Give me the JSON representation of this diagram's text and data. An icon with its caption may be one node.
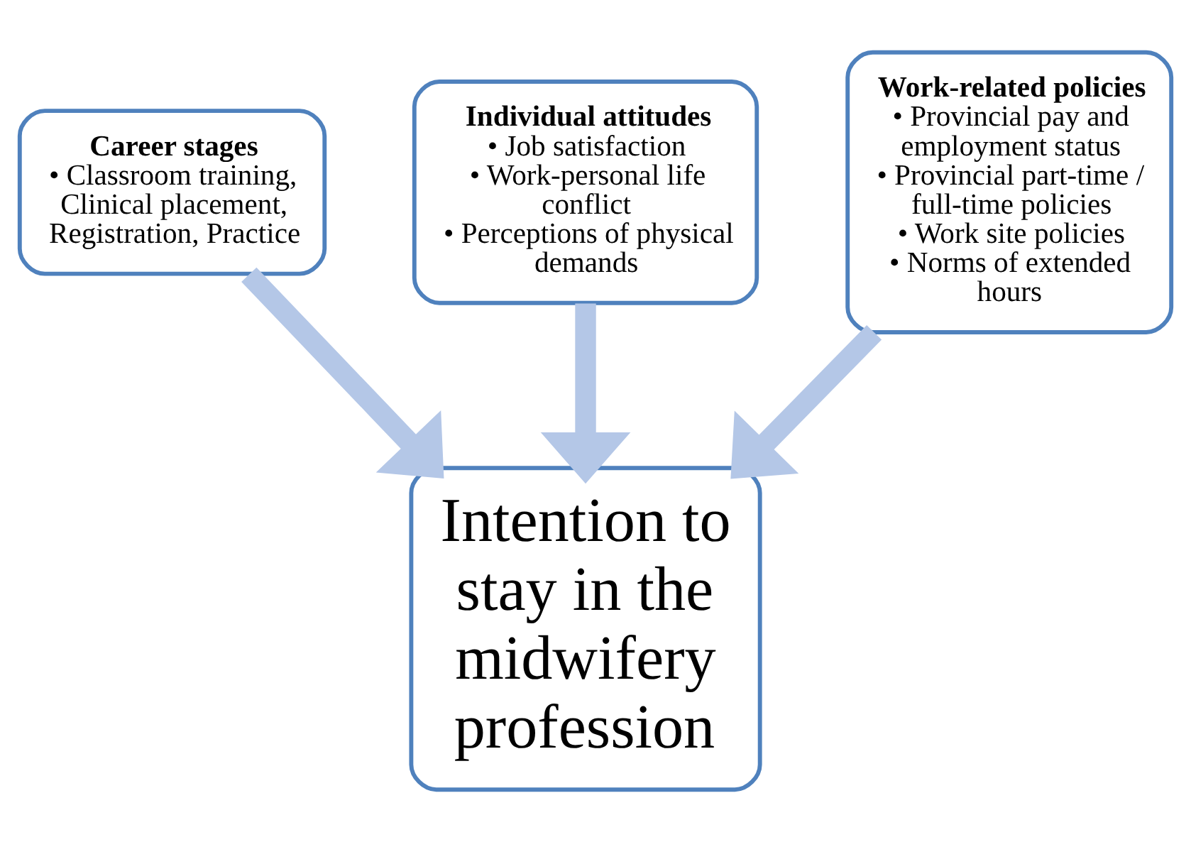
{
  "diagram": {
    "nodes": [
      {
        "text": [
          "Career stages",
          "• Classroom training, Clinical placement, Registration, Practice"
        ]
      },
      {
        "text": [
          "Individual attitudes",
          "• Job satisfaction",
          "• Work-personal life conflict",
          "• Perceptions of physical demands"
        ]
      },
      {
        "text": [
          "Work-related policies",
          "• Provincial pay and employment status",
          "• Provincial part-time / full-time policies",
          "• Work site policies",
          "• Norms of extended hours"
        ]
      },
      {
        "text": [
          "Intention to stay in the midwifery profession"
        ]
      }
    ],
    "edges": [
      {
        "from": 0,
        "to": 3,
        "arrow": "to"
      },
      {
        "from": 1,
        "to": 3,
        "arrow": "to"
      },
      {
        "from": 2,
        "to": 3,
        "arrow": "to"
      }
    ]
  }
}
